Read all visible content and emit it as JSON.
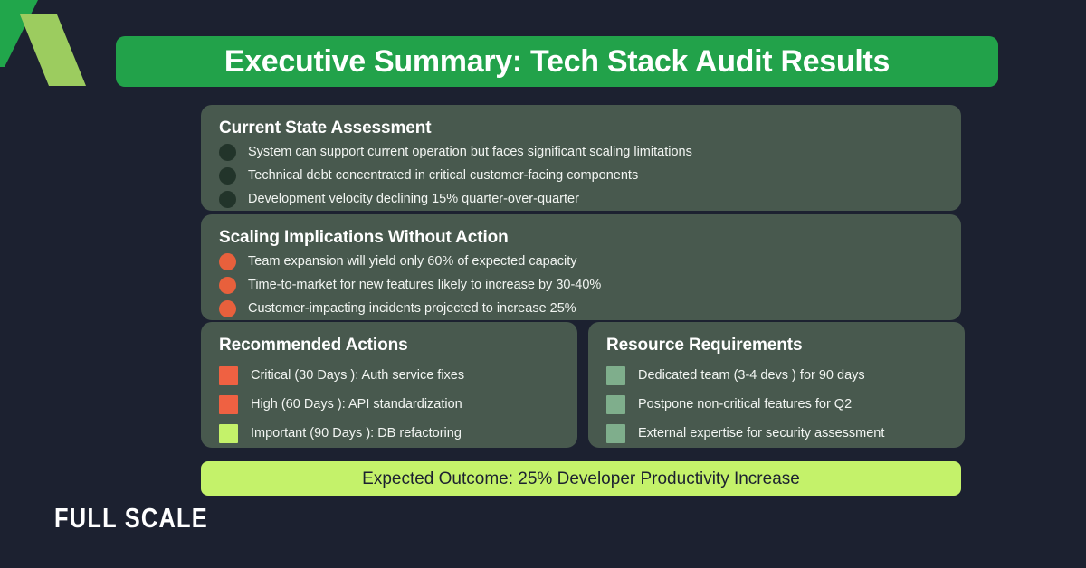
{
  "theme": {
    "background": "#1c2130",
    "banner_green": "#22a24a",
    "card_green": "#48594e",
    "outcome_lime": "#c4f26a",
    "text_light": "#f2f5f2",
    "logo_dark_green": "#21a64b",
    "logo_light_green": "#9ccc5f"
  },
  "header": {
    "title": "Executive Summary: Tech Stack Audit Results"
  },
  "cards": [
    {
      "title": "Current State Assessment",
      "marker": "circle",
      "items": [
        {
          "text": "System can support current operation but faces significant scaling limitations",
          "color": "#22342a"
        },
        {
          "text": "Technical debt concentrated in critical customer-facing components",
          "color": "#22342a"
        },
        {
          "text": "Development velocity declining 15% quarter-over-quarter",
          "color": "#22342a"
        }
      ]
    },
    {
      "title": "Scaling Implications Without Action",
      "marker": "circle",
      "items": [
        {
          "text": "Team expansion will yield only 60% of expected capacity",
          "color": "#e8603c"
        },
        {
          "text": "Time-to-market for new features likely to increase by 30-40%",
          "color": "#e8603c"
        },
        {
          "text": "Customer-impacting incidents projected to increase 25%",
          "color": "#e8603c"
        }
      ]
    },
    {
      "title": "Recommended Actions",
      "marker": "square",
      "items": [
        {
          "text": "Critical (30 Days ): Auth service fixes",
          "color": "#ef6142"
        },
        {
          "text": "High (60 Days ): API standardization",
          "color": "#ef6142"
        },
        {
          "text": "Important (90 Days ): DB refactoring",
          "color": "#c4f26a"
        }
      ]
    },
    {
      "title": "Resource Requirements",
      "marker": "square",
      "items": [
        {
          "text": "Dedicated team (3-4 devs ) for 90 days",
          "color": "#7fae8c"
        },
        {
          "text": "Postpone non-critical features for Q2",
          "color": "#7fae8c"
        },
        {
          "text": "External expertise for security assessment",
          "color": "#7fae8c"
        }
      ]
    }
  ],
  "outcome": {
    "text": "Expected Outcome: 25% Developer Productivity Increase"
  },
  "footer": {
    "wordmark": "FULL SCALE"
  }
}
